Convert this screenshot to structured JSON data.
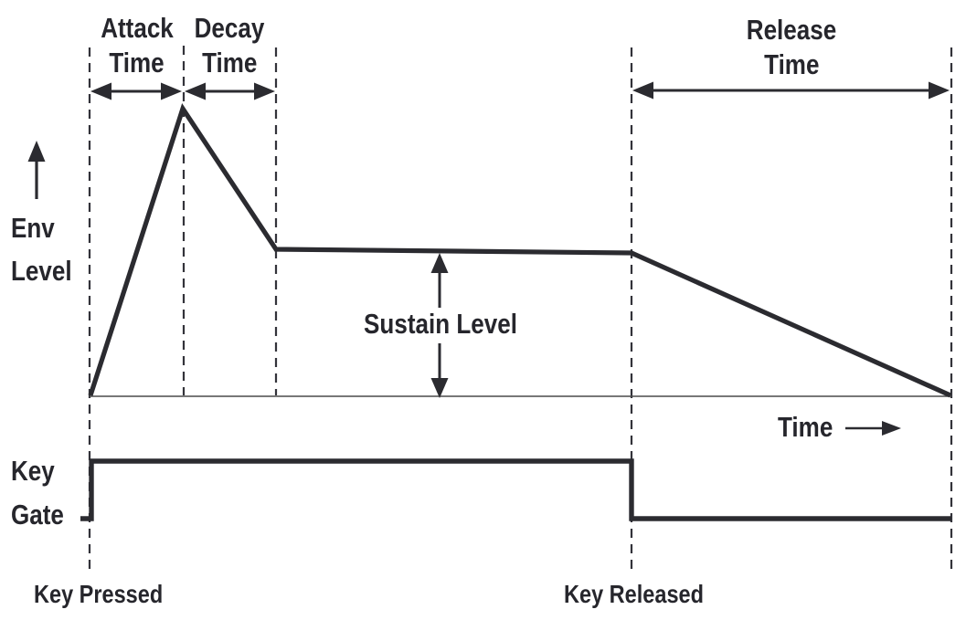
{
  "colors": {
    "ink": "#26262c",
    "heavy_line": "#2b2b30",
    "baseline": "#4a4a4a",
    "background": "#ffffff"
  },
  "labels": {
    "attack": {
      "line1": "Attack",
      "line2": "Time"
    },
    "decay": {
      "line1": "Decay",
      "line2": "Time"
    },
    "release": {
      "line1": "Release",
      "line2": "Time"
    },
    "env_level": {
      "line1": "Env",
      "line2": "Level"
    },
    "sustain": "Sustain Level",
    "time_axis": "Time",
    "key_gate": {
      "line1": "Key",
      "line2": "Gate"
    },
    "key_pressed": "Key Pressed",
    "key_released": "Key Released"
  }
}
